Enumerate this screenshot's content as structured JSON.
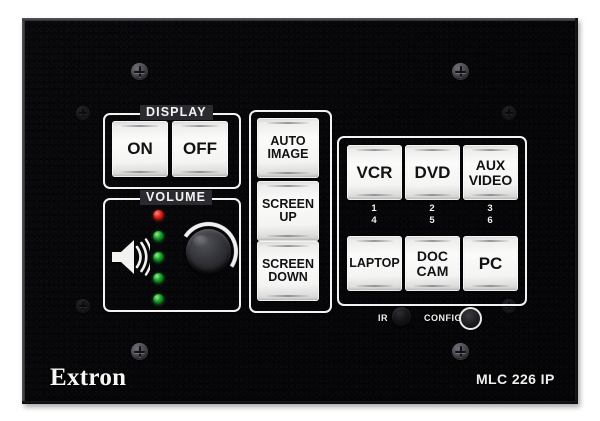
{
  "device": {
    "brand": "Extron",
    "model": "MLC 226 IP"
  },
  "groups": {
    "display": {
      "label": "DISPLAY",
      "buttons": [
        {
          "label": "ON",
          "name": "display-on-button"
        },
        {
          "label": "OFF",
          "name": "display-off-button"
        }
      ]
    },
    "volume": {
      "label": "VOLUME",
      "icon": "speaker-icon",
      "knob": "volume-knob",
      "leds": [
        {
          "color": "#d8241c",
          "state": "red"
        },
        {
          "color": "#19a32c",
          "state": "green"
        },
        {
          "color": "#19a32c",
          "state": "green"
        },
        {
          "color": "#19a32c",
          "state": "green"
        },
        {
          "color": "#19a32c",
          "state": "green"
        }
      ]
    },
    "controls": {
      "buttons": [
        {
          "line1": "AUTO",
          "line2": "IMAGE",
          "name": "auto-image-button"
        },
        {
          "line1": "SCREEN",
          "line2": "UP",
          "name": "screen-up-button"
        },
        {
          "line1": "SCREEN",
          "line2": "DOWN",
          "name": "screen-down-button"
        }
      ]
    },
    "sources": {
      "row1": [
        {
          "line1": "VCR",
          "line2": "",
          "number": "1",
          "name": "source-vcr-button"
        },
        {
          "line1": "DVD",
          "line2": "",
          "number": "2",
          "name": "source-dvd-button"
        },
        {
          "line1": "AUX",
          "line2": "VIDEO",
          "number": "3",
          "name": "source-aux-video-button"
        }
      ],
      "row2": [
        {
          "line1": "LAPTOP",
          "line2": "",
          "number": "4",
          "name": "source-laptop-button"
        },
        {
          "line1": "DOC",
          "line2": "CAM",
          "number": "5",
          "name": "source-doc-cam-button"
        },
        {
          "line1": "PC",
          "line2": "",
          "number": "6",
          "name": "source-pc-button"
        }
      ]
    }
  },
  "ports": {
    "ir_label": "IR",
    "ir_name": "ir-sensor",
    "config_label": "CONFIG",
    "config_name": "config-port"
  },
  "colors": {
    "panel": "#2a2a30",
    "bezel": "#f2f2f0",
    "button_face": "#f7f7f6",
    "led_red": "#d8241c",
    "led_green": "#19a32c",
    "text_dark": "#121214",
    "text_light": "#f4f4f2"
  }
}
